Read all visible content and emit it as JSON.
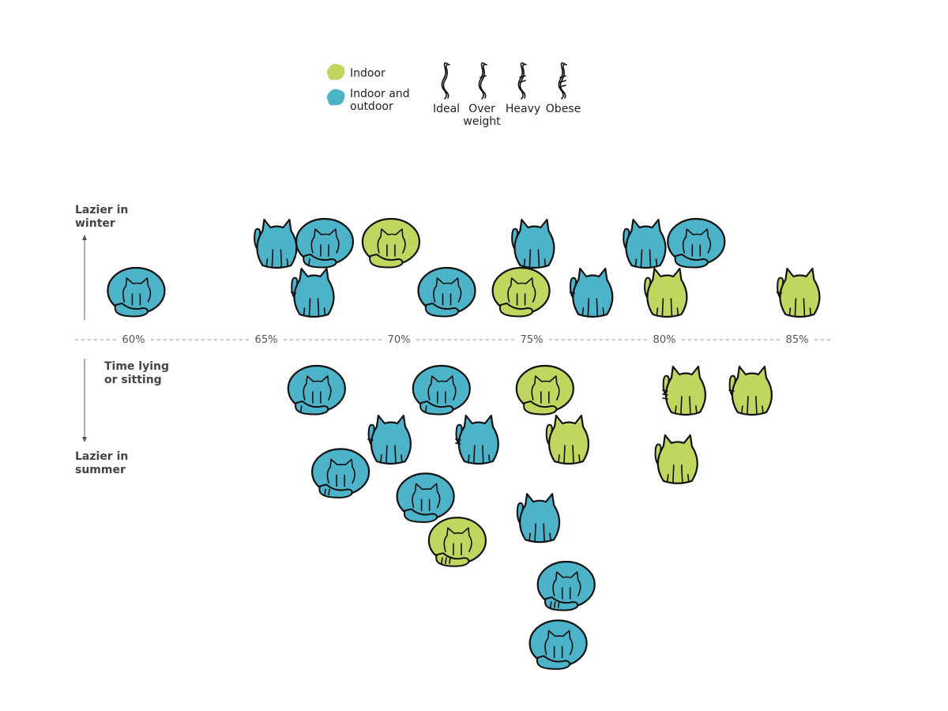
{
  "legend": {
    "location": {
      "title": "",
      "items": [
        {
          "label": "Indoor",
          "color": "#c0d75f"
        },
        {
          "label": "Indoor and outdoor",
          "color": "#4db3c9"
        }
      ]
    },
    "weight": {
      "items": [
        {
          "label": "Ideal",
          "stripes": 0
        },
        {
          "label": "Over weight",
          "stripes": 1
        },
        {
          "label": "Heavy",
          "stripes": 2
        },
        {
          "label": "Obese",
          "stripes": 3
        }
      ]
    }
  },
  "axis": {
    "top_label": "Lazier in winter",
    "middle_label": "Time lying or sitting",
    "bottom_label": "Lazier in summer"
  },
  "chart_data": {
    "type": "scatter",
    "title": "",
    "xlabel": "Time lying or sitting",
    "ylabel": "",
    "xlim": [
      57,
      87
    ],
    "x_ticks": [
      "60%",
      "65%",
      "70%",
      "75%",
      "80%",
      "85%"
    ],
    "x_tick_values": [
      60,
      65,
      70,
      75,
      80,
      85
    ],
    "grid": false,
    "legend_position": "top",
    "colors": {
      "Indoor": "#c0d75f",
      "Indoor and outdoor": "#4db3c9"
    },
    "points": [
      {
        "x": 60.1,
        "y": 1,
        "group": "Indoor and outdoor",
        "weight": "Ideal",
        "pose": "curled"
      },
      {
        "x": 65.4,
        "y": 2,
        "group": "Indoor and outdoor",
        "weight": "Ideal",
        "pose": "sitting"
      },
      {
        "x": 67.2,
        "y": 2,
        "group": "Indoor and outdoor",
        "weight": "Over weight",
        "pose": "curled"
      },
      {
        "x": 66.8,
        "y": 1,
        "group": "Indoor and outdoor",
        "weight": "Over weight",
        "pose": "sitting"
      },
      {
        "x": 69.7,
        "y": 2,
        "group": "Indoor",
        "weight": "Ideal",
        "pose": "curled"
      },
      {
        "x": 71.8,
        "y": 1,
        "group": "Indoor and outdoor",
        "weight": "Ideal",
        "pose": "curled"
      },
      {
        "x": 75.1,
        "y": 2,
        "group": "Indoor and outdoor",
        "weight": "Ideal",
        "pose": "sitting"
      },
      {
        "x": 74.6,
        "y": 1,
        "group": "Indoor",
        "weight": "Ideal",
        "pose": "curled"
      },
      {
        "x": 77.3,
        "y": 1,
        "group": "Indoor and outdoor",
        "weight": "Over weight",
        "pose": "sitting"
      },
      {
        "x": 79.3,
        "y": 2,
        "group": "Indoor and outdoor",
        "weight": "Ideal",
        "pose": "sitting"
      },
      {
        "x": 80.1,
        "y": 1,
        "group": "Indoor",
        "weight": "Ideal",
        "pose": "sitting"
      },
      {
        "x": 81.2,
        "y": 2,
        "group": "Indoor and outdoor",
        "weight": "Ideal",
        "pose": "curled"
      },
      {
        "x": 85.1,
        "y": 1,
        "group": "Indoor",
        "weight": "Over weight",
        "pose": "sitting"
      },
      {
        "x": 66.9,
        "y": -1,
        "group": "Indoor and outdoor",
        "weight": "Over weight",
        "pose": "curled"
      },
      {
        "x": 71.6,
        "y": -1,
        "group": "Indoor and outdoor",
        "weight": "Over weight",
        "pose": "curled"
      },
      {
        "x": 75.5,
        "y": -1,
        "group": "Indoor",
        "weight": "Ideal",
        "pose": "curled"
      },
      {
        "x": 80.8,
        "y": -1,
        "group": "Indoor",
        "weight": "Obese",
        "pose": "sitting"
      },
      {
        "x": 83.3,
        "y": -1,
        "group": "Indoor",
        "weight": "Over weight",
        "pose": "sitting"
      },
      {
        "x": 69.7,
        "y": -2,
        "group": "Indoor and outdoor",
        "weight": "Over weight",
        "pose": "sitting"
      },
      {
        "x": 73.0,
        "y": -2,
        "group": "Indoor and outdoor",
        "weight": "Heavy",
        "pose": "sitting"
      },
      {
        "x": 76.4,
        "y": -2,
        "group": "Indoor",
        "weight": "Ideal",
        "pose": "sitting"
      },
      {
        "x": 67.8,
        "y": -2.7,
        "group": "Indoor and outdoor",
        "weight": "Heavy",
        "pose": "curled"
      },
      {
        "x": 71.0,
        "y": -3.2,
        "group": "Indoor and outdoor",
        "weight": "Ideal",
        "pose": "curled"
      },
      {
        "x": 80.5,
        "y": -2.4,
        "group": "Indoor",
        "weight": "Ideal",
        "pose": "sitting"
      },
      {
        "x": 75.3,
        "y": -3.6,
        "group": "Indoor and outdoor",
        "weight": "Ideal",
        "pose": "sitting"
      },
      {
        "x": 72.2,
        "y": -4.1,
        "group": "Indoor",
        "weight": "Obese",
        "pose": "curled"
      },
      {
        "x": 76.3,
        "y": -5.0,
        "group": "Indoor and outdoor",
        "weight": "Obese",
        "pose": "curled"
      },
      {
        "x": 76.0,
        "y": -6.2,
        "group": "Indoor and outdoor",
        "weight": "Ideal",
        "pose": "curled"
      }
    ]
  }
}
